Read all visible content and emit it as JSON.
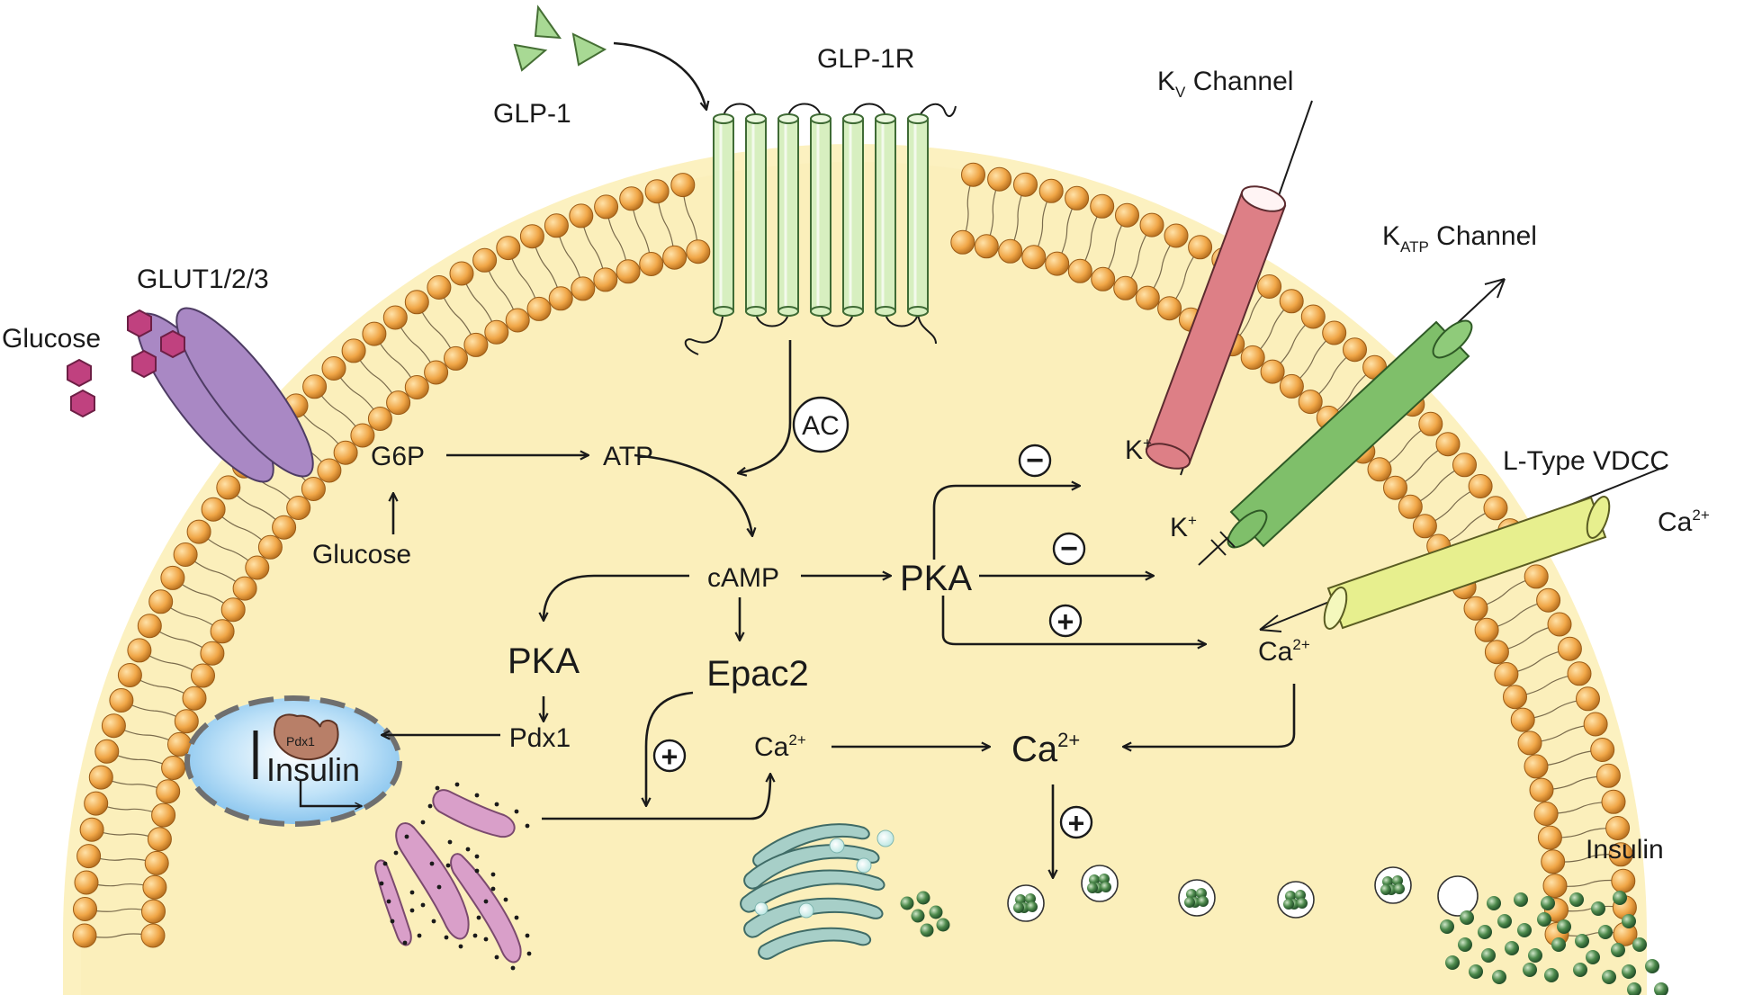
{
  "labels": {
    "glp1": "GLP-1",
    "glp1r": "GLP-1R",
    "kv_channel": {
      "main": "K",
      "sub": "V",
      "rest": " Channel"
    },
    "katp_channel": {
      "main": "K",
      "sub": "ATP",
      "rest": " Channel"
    },
    "l_type_vdcc": "L-Type VDCC",
    "glut": "GLUT1/2/3",
    "glucose_out": "Glucose",
    "glucose_in": "Glucose",
    "g6p": "G6P",
    "atp": "ATP",
    "ac": "AC",
    "camp": "cAMP",
    "pka_right": "PKA",
    "pka_left": "PKA",
    "epac2": "Epac2",
    "pdx1": "Pdx1",
    "pdx1_protein": "Pdx1",
    "insulin_gene": "Insulin",
    "insulin_out": "Insulin",
    "k_plus_1": {
      "main": "K",
      "sup": "+"
    },
    "k_plus_2": {
      "main": "K",
      "sup": "+"
    },
    "ca_outside": {
      "main": "Ca",
      "sup": "2+"
    },
    "ca_vdcc": {
      "main": "Ca",
      "sup": "2+"
    },
    "ca_er": {
      "main": "Ca",
      "sup": "2+"
    },
    "ca_main": {
      "main": "Ca",
      "sup": "2+"
    }
  },
  "signs": {
    "kv": "−",
    "katp": "−",
    "ca_pka": "+",
    "epac": "+",
    "exocytosis": "+"
  },
  "colors": {
    "cytoplasm": "#fcf1c0",
    "lipid_head": "#f0a647",
    "glp1r": "#d7efc0",
    "glut": "#a988c4",
    "glucose": "#c0417f",
    "kv": "#dd7f86",
    "katp": "#7fbf6a",
    "vdcc": "#e7ef8e",
    "nucleus": "#9fd0f2",
    "pdx1_protein": "#b87f68",
    "er": "#d99fc9",
    "golgi": "#a7cfc8",
    "insulin_granule": "#3f7a3f"
  }
}
